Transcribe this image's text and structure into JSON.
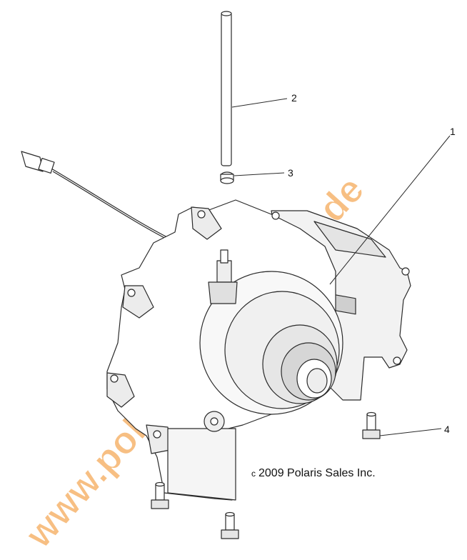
{
  "callouts": [
    {
      "id": "1",
      "label": "1"
    },
    {
      "id": "2",
      "label": "2"
    },
    {
      "id": "3",
      "label": "3"
    },
    {
      "id": "4",
      "label": "4"
    }
  ],
  "copyright": {
    "symbol": "c",
    "text": "2009 Polaris Sales Inc."
  },
  "watermark": {
    "text": "www.polaris-ersatzteile.de",
    "color": "#f3a04a"
  },
  "colors": {
    "line": "#2a2a2a",
    "fill": "#ffffff",
    "shade": "#d9d9d9"
  }
}
